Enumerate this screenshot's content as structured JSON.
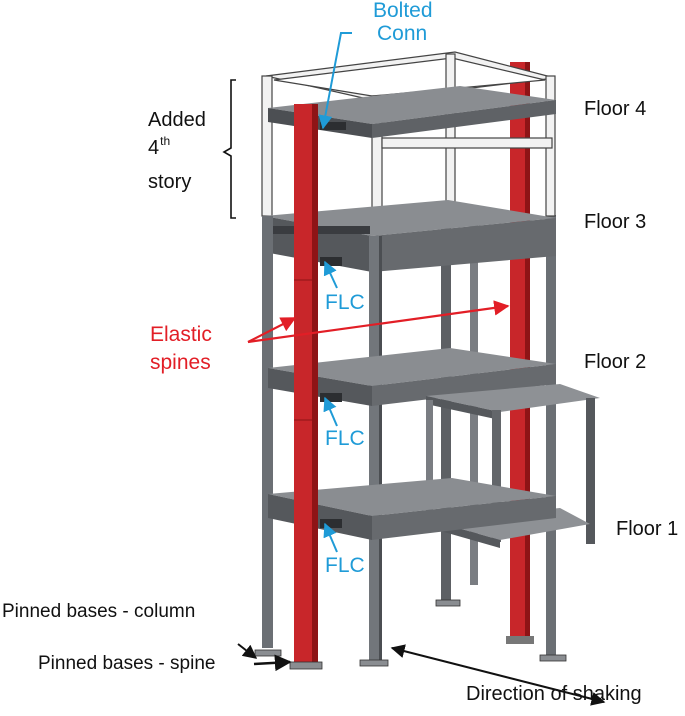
{
  "labels": {
    "bolted_conn_line1": "Bolted",
    "bolted_conn_line2": "Conn",
    "added_story_line1": "Added",
    "added_story_num": "4",
    "added_story_sup": "th",
    "added_story_line3": "story",
    "floor4": "Floor 4",
    "floor3": "Floor 3",
    "floor2": "Floor 2",
    "floor1": "Floor 1",
    "flc_top": "FLC",
    "flc_mid": "FLC",
    "flc_bottom": "FLC",
    "elastic_line1": "Elastic",
    "elastic_line2": "spines",
    "pinned_column": "Pinned bases - column",
    "pinned_spine": "Pinned bases - spine",
    "shaking": "Direction of shaking"
  },
  "colors": {
    "spine_red": "#c8262a",
    "spine_dark": "#8e1416",
    "frame_gray": "#6b6f74",
    "frame_dark": "#3f4246",
    "slab_top": "#888b8f",
    "slab_side": "#55585c",
    "added_story_frame": "#f2f2f2",
    "annotation_blue": "#1f9bd7",
    "annotation_red": "#e21e26"
  }
}
